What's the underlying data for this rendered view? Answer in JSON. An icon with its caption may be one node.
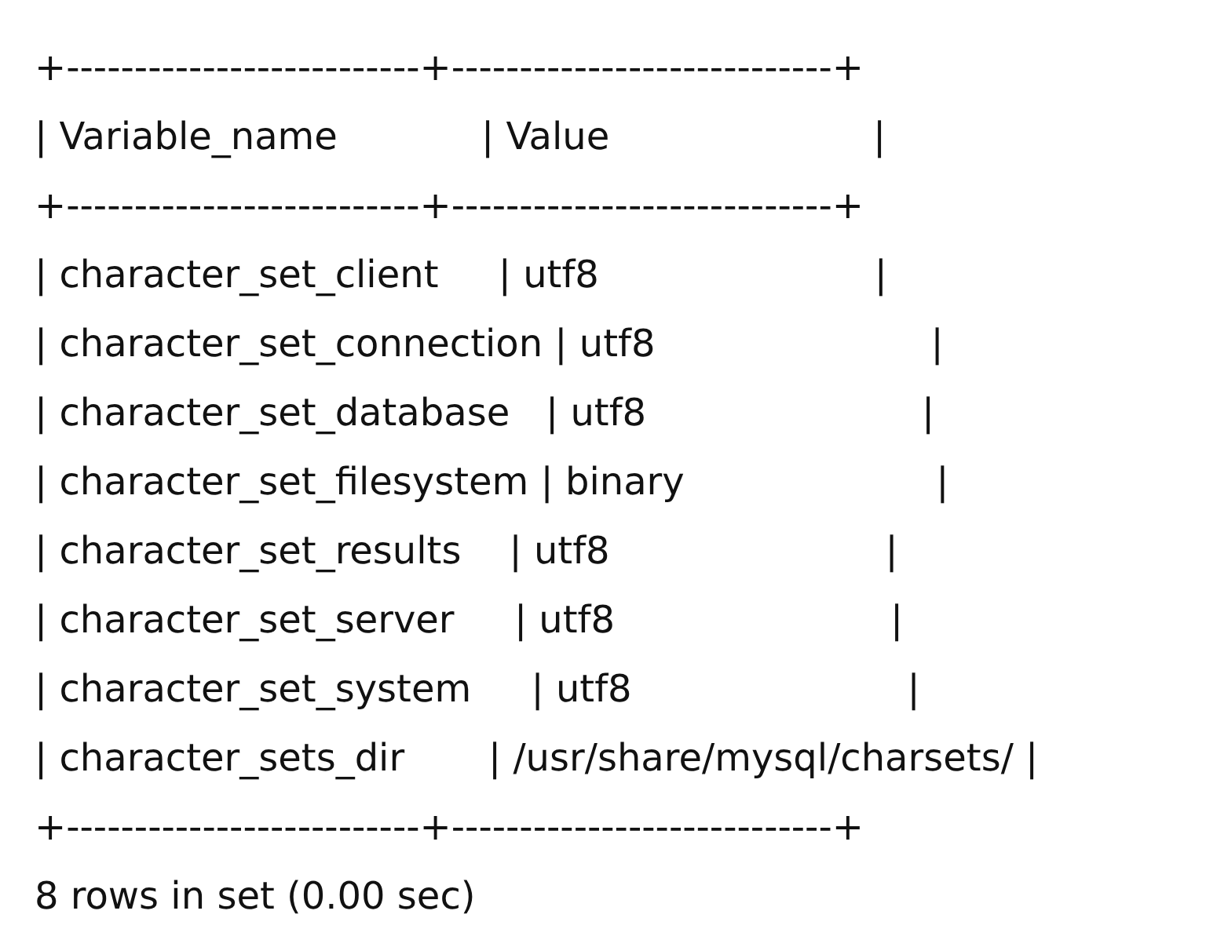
{
  "diagram": {
    "labels": [
      "+--------------------------+----------------------------+",
      "| Variable_name            | Value                      |",
      "+--------------------------+----------------------------+",
      "| character_set_client     | utf8                       |",
      "| character_set_connection | utf8                       |",
      "| character_set_database   | utf8                       |",
      "| character_set_filesystem | binary                     |",
      "| character_set_results    | utf8                       |",
      "| character_set_server     | utf8                       |",
      "| character_set_system     | utf8                       |",
      "| character_sets_dir       | /usr/share/mysql/charsets/ |",
      "+--------------------------+----------------------------+",
      "8 rows in set (0.00 sec)"
    ]
  }
}
